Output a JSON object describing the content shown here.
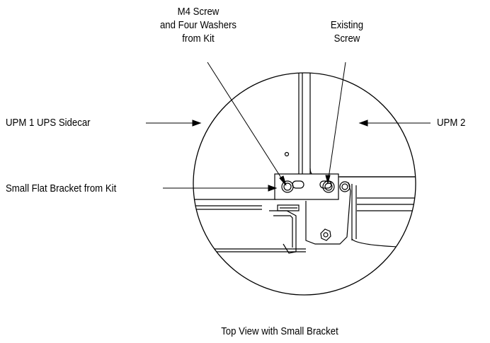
{
  "callouts": {
    "m4_screw": [
      "M4 Screw",
      "and Four Washers",
      "from Kit"
    ],
    "existing_screw": [
      "Existing",
      "Screw"
    ],
    "upm1": "UPM 1 UPS Sidecar",
    "upm2": "UPM 2",
    "bracket": "Small Flat Bracket from Kit"
  },
  "caption": "Top View with Small Bracket",
  "colors": {
    "line": "#000000",
    "background": "#ffffff"
  }
}
